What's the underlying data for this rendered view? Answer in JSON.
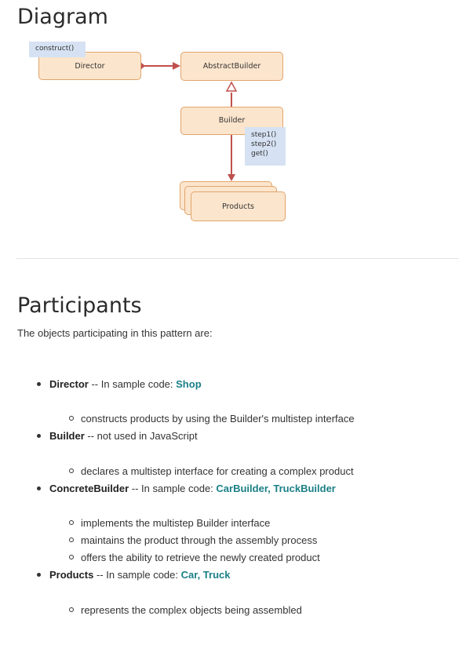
{
  "headings": {
    "diagram": "Diagram",
    "participants": "Participants"
  },
  "diagram": {
    "director": "Director",
    "director_note": "construct()",
    "abstract_builder": "AbstractBuilder",
    "builder": "Builder",
    "builder_note": [
      "step1()",
      "step2()",
      "get()"
    ],
    "products": "Products",
    "colors": {
      "box_fill": "#fce5cd",
      "box_border": "#e0a46c",
      "note_fill": "#d6e2f3",
      "arrow": "#c0504d"
    }
  },
  "intro": "The objects participating in this pattern are:",
  "participants": [
    {
      "name": "Director",
      "sep": " -- In sample code: ",
      "code": "Shop",
      "details": [
        "constructs products by using the Builder's multistep interface"
      ]
    },
    {
      "name": "Builder",
      "sep": " -- not used in JavaScript",
      "code": "",
      "details": [
        "declares a multistep interface for creating a complex product"
      ]
    },
    {
      "name": "ConcreteBuilder",
      "sep": " -- In sample code: ",
      "code": "CarBuilder, TruckBuilder",
      "details": [
        "implements the multistep Builder interface",
        "maintains the product through the assembly process",
        "offers the ability to retrieve the newly created product"
      ]
    },
    {
      "name": "Products",
      "sep": " -- In sample code: ",
      "code": "Car, Truck",
      "details": [
        "represents the complex objects being assembled"
      ]
    }
  ]
}
